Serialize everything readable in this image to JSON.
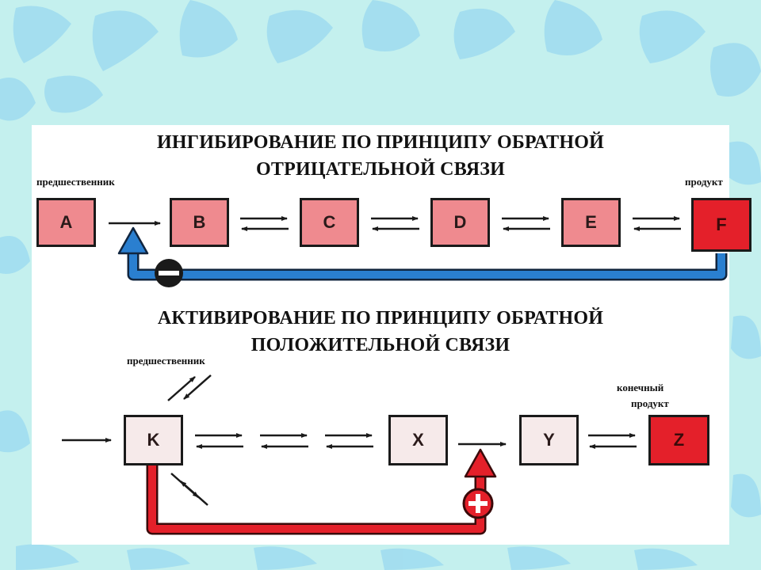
{
  "top": {
    "title_line1": "ИНГИБИРОВАНИЕ ПО ПРИНЦИПУ ОБРАТНОЙ",
    "title_line2": "ОТРИЦАТЕЛЬНОЙ СВЯЗИ",
    "precursor_label": "предшественник",
    "product_label": "продукт",
    "nodes": [
      "A",
      "B",
      "C",
      "D",
      "E",
      "F"
    ],
    "feedback_sign": "−"
  },
  "bottom": {
    "title_line1": "АКТИВИРОВАНИЕ ПО ПРИНЦИПУ ОБРАТНОЙ",
    "title_line2": "ПОЛОЖИТЕЛЬНОЙ СВЯЗИ",
    "precursor_label": "предшественник",
    "end_product_line1": "конечный",
    "end_product_line2": "продукт",
    "nodes": [
      "K",
      "X",
      "Y",
      "Z"
    ],
    "feedback_sign": "+"
  },
  "colors": {
    "background": "#c4f0ee",
    "node_pink": "#ef8a8f",
    "node_red": "#e4202a",
    "node_pale": "#f6eaea",
    "negative_feedback": "#2a7fd0",
    "positive_feedback": "#e4202a"
  }
}
